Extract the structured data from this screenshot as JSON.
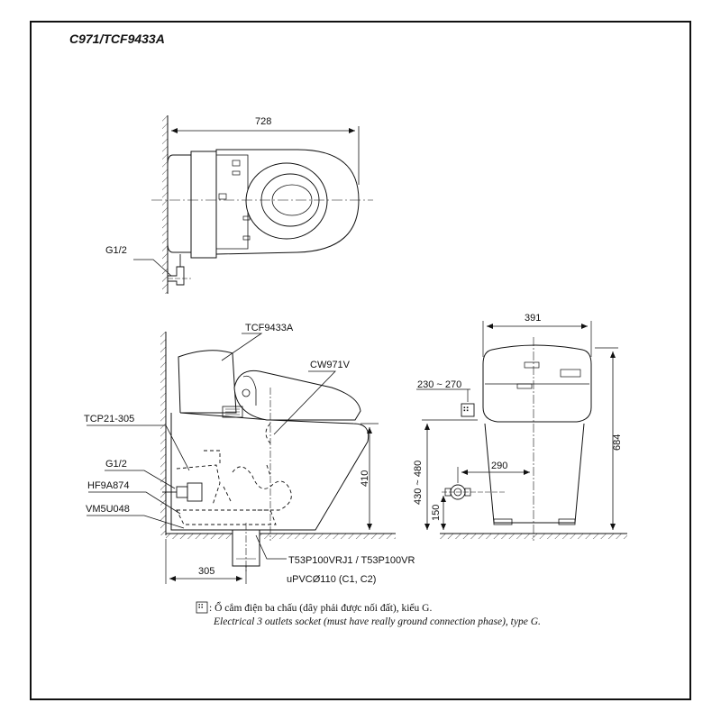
{
  "title": "C971/TCF9433A",
  "top_view": {
    "width_dim": "728",
    "supply_label": "G1/2"
  },
  "side_view": {
    "seat_model": "TCF9433A",
    "bowl_model": "CW971V",
    "valve_model": "TCP21-305",
    "supply_label": "G1/2",
    "hose_model": "HF9A874",
    "stop_model": "VM5U048",
    "height_dim": "410",
    "offset_dim": "305",
    "flange_model": "T53P100VRJ1 / T53P100VR",
    "pipe_label": "uPVCØ110 (C1, C2)"
  },
  "front_view": {
    "width_dim": "391",
    "socket_range": "230 ~ 270",
    "socket_offset": "290",
    "socket_height_range": "430 ~ 480",
    "drain_height": "150",
    "total_height": "684"
  },
  "legend": {
    "symbol": "⠛",
    "vi_text": ": Ổ cắm điện ba chấu (dây phải được nối đất), kiểu G.",
    "en_text": "Electrical 3 outlets socket (must have really ground connection phase), type G."
  }
}
